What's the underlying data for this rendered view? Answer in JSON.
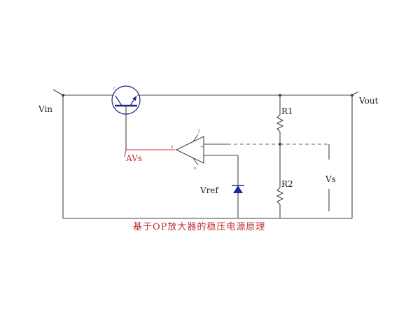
{
  "diagram": {
    "labels": {
      "vin": "Vin",
      "vout": "Vout",
      "r1": "R1",
      "r2": "R2",
      "vs_right": "Vs",
      "vref": "Vref",
      "avs": "AVs",
      "caption": "基于OP放大器的稳压电源原理"
    },
    "pin_marks": {
      "op_top": "7",
      "op_bottom": "∞",
      "op_in_plus": "+",
      "op_in_minus": "-",
      "op_out": "2",
      "transistor_mark": "c"
    },
    "colors": {
      "wire": "#444444",
      "highlight": "#d03030",
      "zener": "#1a2a9a",
      "transistor": "#1a2a8a"
    }
  }
}
